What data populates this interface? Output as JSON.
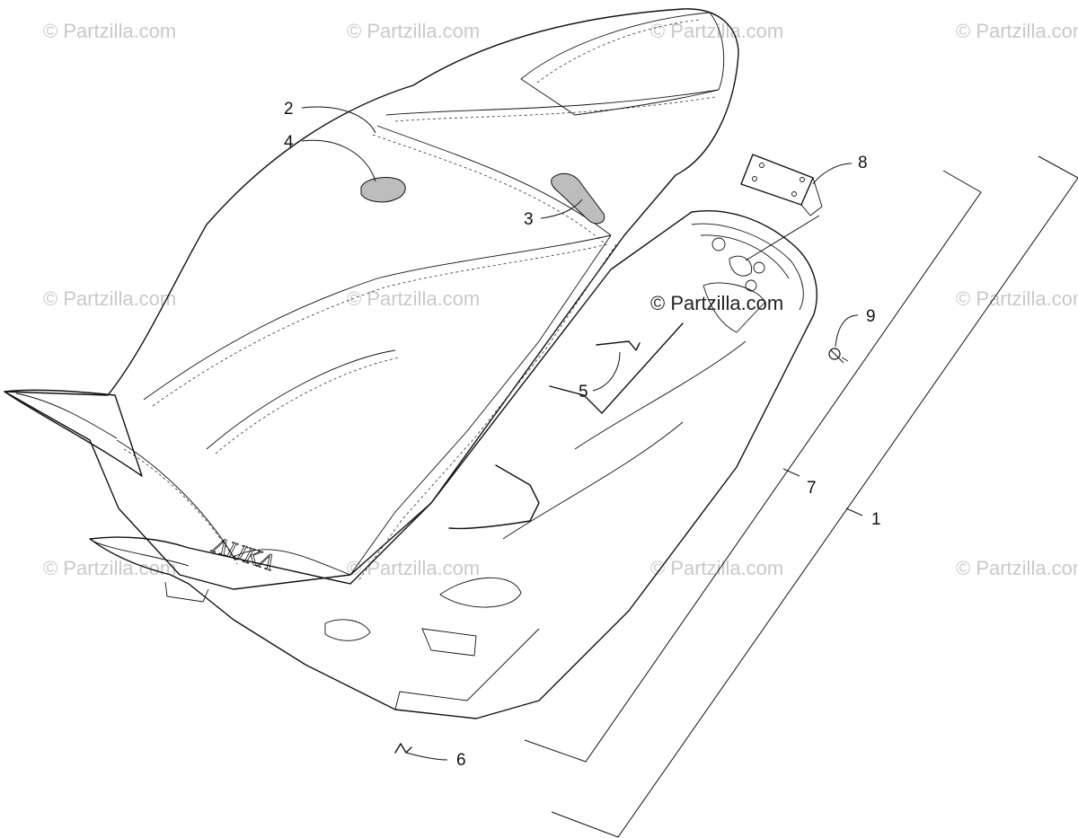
{
  "watermark": {
    "text": "© Partzilla.com",
    "center_text": "© Partzilla.com"
  },
  "callouts": {
    "c1": "1",
    "c2": "2",
    "c3": "3",
    "c4": "4",
    "c5": "5",
    "c6": "6",
    "c7": "7",
    "c8": "8",
    "c9": "9"
  },
  "seat_embossing": "ΛIJKΛ",
  "colors": {
    "line": "#111111",
    "watermark": "#c9c9c9",
    "foam": "#bdbdbd"
  }
}
